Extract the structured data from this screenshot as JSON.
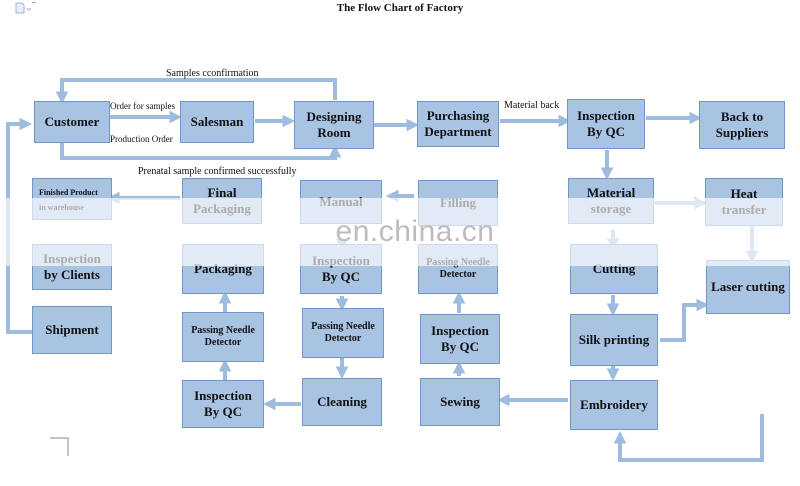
{
  "title": "The Flow Chart of Factory",
  "nodes": {
    "customer": "Customer",
    "salesman": "Salesman",
    "designing_room": "Designing Room",
    "purchasing": "Purchasing Department",
    "inspection_qc_1": "Inspection By QC",
    "back_to_suppliers": "Back to Suppliers",
    "finished_product": "Finished Product in warehouse",
    "final_packaging": "Final Packaging",
    "manual": "Manual",
    "filling": "Filling",
    "material_storage": "Material storage",
    "heat_transfer": "Heat transfer",
    "inspection_clients": "Inspection by Clients",
    "packaging": "Packaging",
    "inspection_qc_2": "Inspection By QC",
    "passing_needle_1": "Passing Needle Detector",
    "cutting": "Cutting",
    "laser_cutting": "Laser cutting",
    "shipment": "Shipment",
    "passing_needle_2": "Passing Needle Detector",
    "passing_needle_3": "Passing Needle Detector",
    "inspection_qc_3": "Inspection By QC",
    "silk_printing": "Silk printing",
    "inspection_qc_4": "Inspection By QC",
    "cleaning": "Cleaning",
    "sewing": "Sewing",
    "embroidery": "Embroidery"
  },
  "edge_labels": {
    "samples_confirmation": "Samples cconfirmation",
    "order_for_samples": "Order for samples",
    "production_order": "Production Order",
    "material_back": "Material back",
    "prenatal": "Prenatal sample confirmed successfully"
  },
  "watermark": "en.china.cn",
  "colors": {
    "box_fill": "#a9c3e3",
    "box_border": "#6f97c8",
    "arrow": "#9dbce0"
  }
}
